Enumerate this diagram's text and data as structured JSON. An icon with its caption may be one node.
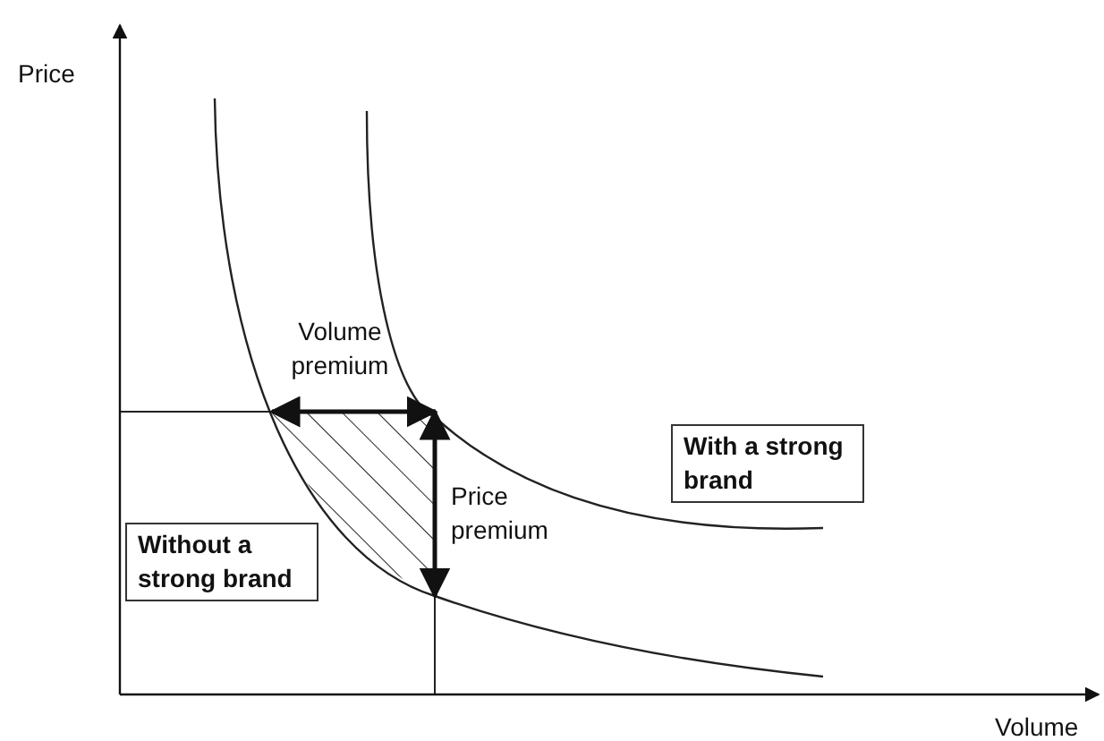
{
  "diagram": {
    "nodes": [
      {
        "text": [
          "With a strong brand"
        ]
      },
      {
        "text": [
          "Without a strong brand"
        ]
      }
    ],
    "labels": [
      "Price",
      "Volume premium",
      "Price premium",
      "Volume"
    ]
  }
}
